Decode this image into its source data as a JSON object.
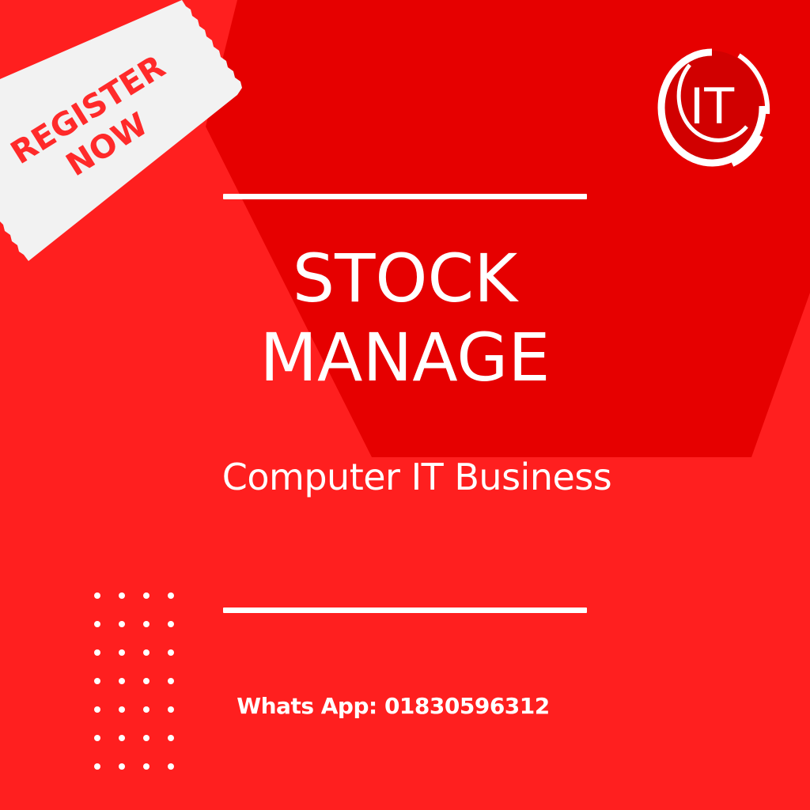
{
  "colors": {
    "background": "#ff1f1f",
    "hexagon": "#e60000",
    "ribbon": "#f2f2f2",
    "ribbon_text": "#ff2a2a",
    "foreground": "#ffffff"
  },
  "ribbon": {
    "line1": "REGISTER",
    "line2": "NOW"
  },
  "logo": {
    "text": "IT",
    "icon": "it-ring-logo-icon"
  },
  "headline": {
    "line1": "STOCK",
    "line2": "MANAGE"
  },
  "subtitle": "Computer IT Business",
  "contact": "Whats App: 01830596312",
  "decoration": {
    "dot_grid_icon": "dot-grid-icon"
  }
}
